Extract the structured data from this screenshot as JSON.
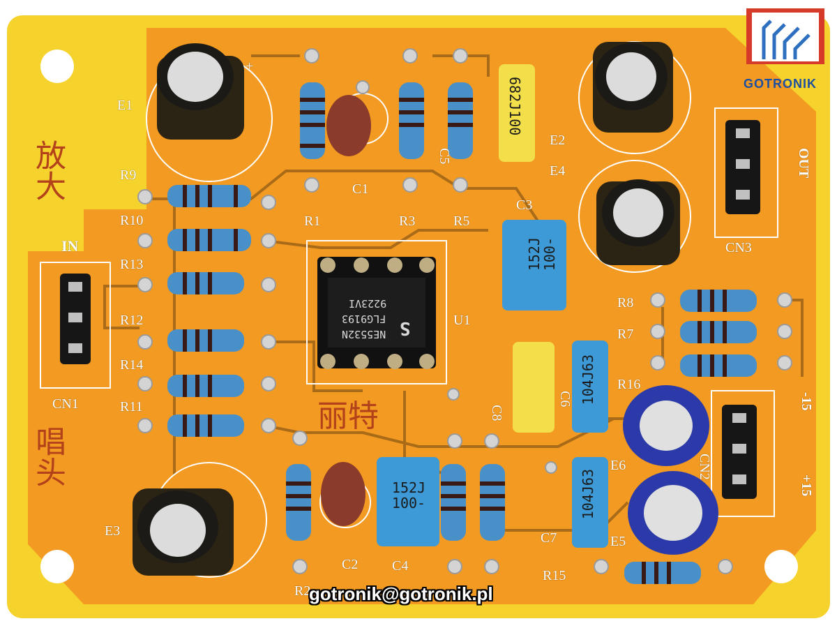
{
  "board": {
    "colors": {
      "pcb": "#f29a22",
      "pcb_edge": "#f7d12a",
      "trace": "#6b4a1a",
      "pad": "#c9c9c9",
      "resistor": "#4a90c8",
      "cap_blue": "#3d9ad6",
      "cap_yellow": "#f2df4a",
      "chip": "#1a1a1a"
    },
    "labels": {
      "in": "IN",
      "out": "OUT",
      "cn1": "CN1",
      "cn3": "CN3",
      "cn2": "CN2",
      "e1": "E1",
      "e2": "E2",
      "e3": "E3",
      "e4": "E4",
      "e5": "E5",
      "e6": "E6",
      "r1": "R1",
      "r3": "R3",
      "r5": "R5",
      "r7": "R7",
      "r8": "R8",
      "r9": "R9",
      "r10": "R10",
      "r11": "R11",
      "r12": "R12",
      "r13": "R13",
      "r14": "R14",
      "r15": "R15",
      "r16": "R16",
      "r2": "R2",
      "c1": "C1",
      "c2": "C2",
      "c3": "C3",
      "c4": "C4",
      "c5": "C5",
      "c6": "C6",
      "c7": "C7",
      "c8": "C8",
      "u1": "U1",
      "minus15": "-15",
      "plus15": "+15",
      "plus": "+"
    },
    "chinese": {
      "left": "唱头",
      "left_top": "放大",
      "bottom": "丽特"
    },
    "caps": {
      "c5_code": "682J100",
      "c3_code": "152J\n100-",
      "c4_code": "152J\n100-",
      "c6_code": "104J63",
      "c7_code": "104J63"
    },
    "chip": {
      "line1": "NE5532N",
      "line2": "FLG9193",
      "line3": "9223VI",
      "logo": "S"
    }
  },
  "brand": {
    "name": "GOTRONIK",
    "email": "gotronik@gotronik.pl"
  }
}
